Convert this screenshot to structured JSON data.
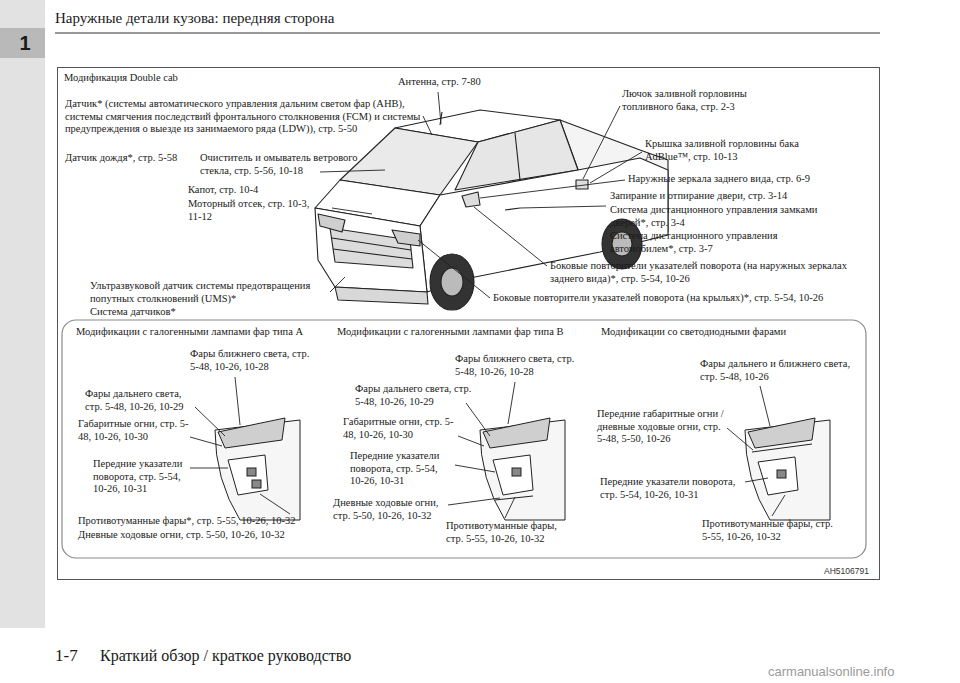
{
  "diagram": {
    "title": "Наружные детали кузова: передняя сторона",
    "nodes": [
      {
        "text": [
          "Модификация Double cab"
        ]
      },
      {
        "text": [
          "Модификации с галогенными лампами фар типа А"
        ],
        "in": 0
      },
      {
        "text": [
          "Модификации с галогенными лампами фар типа В"
        ],
        "in": 0
      },
      {
        "text": [
          "Модификации со светодиодными фарами"
        ],
        "in": 0
      }
    ],
    "labels": [
      "Антенна, стр. 7-80",
      "Датчик* (системы автоматического управления дальним светом фар (AHB), системы смягчения последствий фронтального столкновения (FCM) и системы предупреждения о выезде из занимаемого ряда (LDW)), стр. 5-50",
      "Датчик дождя*, стр. 5-58",
      "Очиститель и омыватель ветрового стекла, стр. 5-56, 10-18",
      "Капот, стр. 10-4",
      "Моторный отсек, стр. 10-3, 11-12",
      "Ультразвуковой датчик системы предотвращения попутных столкновений (UMS)*",
      "Система датчиков*",
      "Лючок заливной горловины топливного бака, стр. 2-3",
      "Крышка заливной горловины бака AdBlue™, стр. 10-13",
      "Наружные зеркала заднего вида, стр. 6-9",
      "Запирание и отпирание двери, стр. 3-14",
      "Система дистанционного управления замками дверей*, стр. 3-4",
      "Система дистанционного управления автомобилем*, стр. 3-7",
      "Боковые повторители указателей поворота (на наружных зеркалах заднего вида)*, стр. 5-54, 10-26",
      "Боковые повторители указателей поворота (на крыльях)*, стр. 5-54, 10-26",
      "Фары ближнего света, стр. 5-48, 10-26, 10-28",
      "Фары дальнего света, стр. 5-48, 10-26, 10-29",
      "Габаритные огни, стр. 5-48, 10-26, 10-30",
      "Передние указатели поворота, стр. 5-54, 10-26, 10-31",
      "Противотуманные фары*, стр. 5-55, 10-26, 10-32",
      "Дневные ходовые огни, стр. 5-50, 10-26, 10-32",
      "Фары ближнего света, стр. 5-48, 10-26, 10-28",
      "Фары дальнего света, стр. 5-48, 10-26, 10-29",
      "Габаритные огни, стр. 5-48, 10-26, 10-30",
      "Передние указатели поворота, стр. 5-54, 10-26, 10-31",
      "Дневные ходовые огни, стр. 5-50, 10-26, 10-32",
      "Противотуманные фары, стр. 5-55, 10-26, 10-32",
      "Фары дальнего и ближнего света, стр. 5-48, 10-26",
      "Передние габаритные огни / дневные ходовые огни, стр. 5-48, 5-50, 10-26",
      "Передние указатели поворота, стр. 5-54, 10-26, 10-31",
      "Противотуманные фары, стр. 5-55, 10-26, 10-32",
      "AH5106791",
      "1",
      "1-7",
      "Краткий обзор / краткое руководство",
      "carmanualsonline.info"
    ]
  }
}
